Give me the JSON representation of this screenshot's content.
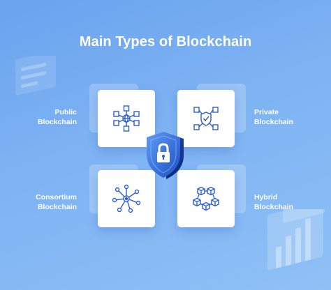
{
  "title": "Main Types of Blockchain",
  "types": [
    {
      "line1": "Public",
      "line2": "Blockchain",
      "icon": "globe-network-icon"
    },
    {
      "line1": "Private",
      "line2": "Blockchain",
      "icon": "shield-blocks-icon"
    },
    {
      "line1": "Consortium",
      "line2": "Blockchain",
      "icon": "hub-nodes-icon"
    },
    {
      "line1": "Hybrid",
      "line2": "Blockchain",
      "icon": "linked-cubes-icon"
    }
  ],
  "center_icon": "shield-lock-icon",
  "colors": {
    "accent": "#2f6de0",
    "icon_stroke": "#2c5ed1",
    "background": "#7eb3f3"
  }
}
